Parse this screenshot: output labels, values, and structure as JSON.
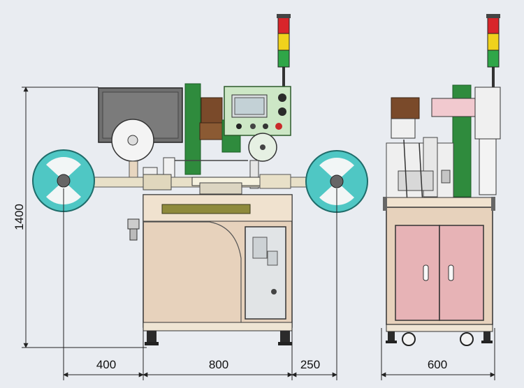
{
  "dimensions": {
    "height": "1400",
    "left_reel_offset": "400",
    "machine_width": "800",
    "right_reel_offset": "250",
    "side_depth": "600"
  },
  "colors": {
    "background": "#e9ecf1",
    "cabinet": "#e7d2bc",
    "cabinet_top": "#f0e2cf",
    "reel": "#4fc7c4",
    "frame_green": "#2f8b3d",
    "panel_green": "#cde7c6",
    "door_pink": "#e7b3b6",
    "monitor": "#6f6f6f",
    "brown_part": "#7a4a2a",
    "control_cabinet": "#e1e4e6",
    "light_red": "#d8252a",
    "light_yellow": "#f0d21c",
    "light_green": "#2fa648"
  },
  "parts": {
    "left_reel": "reel-icon",
    "right_reel": "reel-icon",
    "signal_tower_front": "signal-tower-icon",
    "signal_tower_side": "signal-tower-icon",
    "control_panel": "control-panel-icon",
    "monitor": "monitor-icon",
    "front_cabinet": "cabinet-icon",
    "electrical_box": "electrical-box-icon",
    "side_cabinet": "cabinet-icon",
    "side_doors": "door-icon",
    "casters": "caster-icon"
  }
}
